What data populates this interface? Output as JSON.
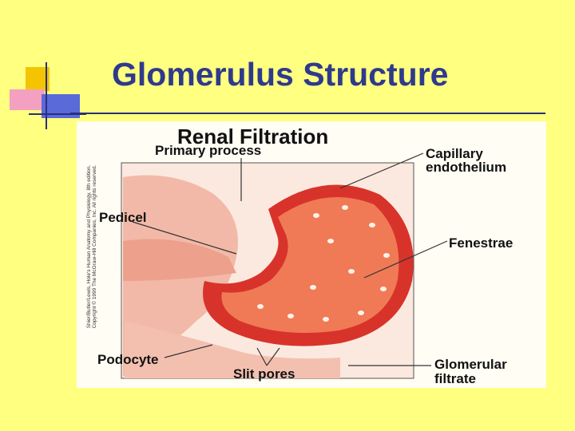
{
  "slide": {
    "title": "Glomerulus Structure"
  },
  "figure": {
    "heading": "Renal Filtration",
    "labels": {
      "primary_process": "Primary process",
      "capillary_endothelium_line1": "Capillary",
      "capillary_endothelium_line2": "endothelium",
      "pedicel": "Pedicel",
      "fenestrae": "Fenestrae",
      "podocyte": "Podocyte",
      "slit_pores": "Slit pores",
      "glomerular_filtrate_line1": "Glomerular",
      "glomerular_filtrate_line2": "filtrate"
    },
    "credit": "Shier/Butler/Lewis, Hole's Human Anatomy and Physiology, 8th edition. Copyright © 1999 The McGraw-Hill Companies, Inc. All rights reserved."
  },
  "colors": {
    "background": "#ffff80",
    "title": "#2e3a8c",
    "capillary_red": "#d8332a",
    "lumen": "#f07a55"
  }
}
